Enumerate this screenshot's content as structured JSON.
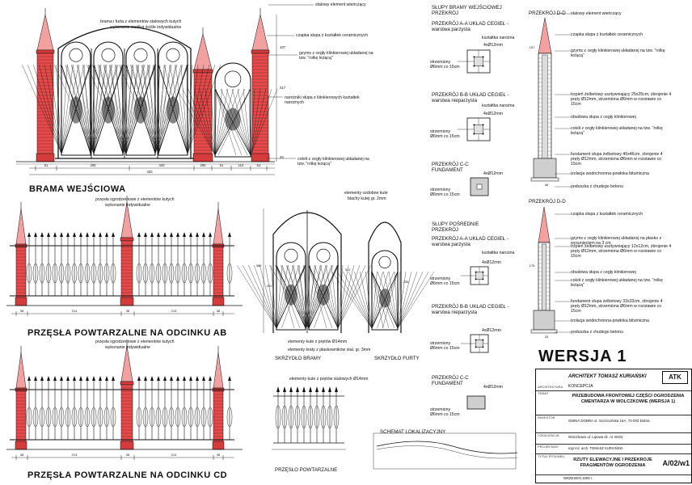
{
  "labels": {
    "brama_tytul": "BRAMA WEJŚCIOWA",
    "przesla_ab": "PRZĘSŁA POWTARZALNE NA ODCINKU AB",
    "przesla_cd": "PRZĘSŁA POWTARZALNE NA ODCINKU CD",
    "skrzydlo_bramy": "SKRZYDŁO BRAMY",
    "skrzydlo_furty": "SKRZYDŁO FURTY",
    "przeslo_powt": "PRZĘSŁO POWTARZALNE",
    "schemat": "SCHEMAT LOKALIZACYJNY",
    "wersja": "WERSJA 1",
    "brama_opis1": "brama i furta z elementów stalowych kutych",
    "brama_opis2": "wykonanie według ściśle indywidualne",
    "przeslo_opis1": "przęsła ogrodzeniowe z elementów kutych",
    "przeslo_opis2": "wykonanie indywidualne",
    "elem_zdobne": "elementy ozdobne kute",
    "blachy": "blachy kutej gr. 2mm",
    "kraty1": "elementy kute z prętów Ø14mm",
    "kraty2": "elementy kraty z płaskowników stal. gr. 3mm",
    "kraty3": "elementy kute z prętów stalowych Ø14mm"
  },
  "annotations": [
    "stalowy element wieńczący",
    "czapka słupa z kształtek ceramicznych",
    "gzyms z cegły klinkierowej układanej na tzw. \"rolkę leżącą\"",
    "narożniki słupa z klinkierowych kształtek narożnych",
    "cokół z cegły klinkierowej układanej na tzw. \"rolkę leżącą\""
  ],
  "sections": {
    "slupy_bramy": "SŁUPY BRAMY WEJŚCIOWEJ PRZEKRÓJ",
    "aa": "PRZEKRÓJ A-A UKŁAD CEGIEŁ - warstwa parzysta",
    "bb": "PRZEKRÓJ B-B UKŁAD CEGIEŁ - warstwa nieparzysta",
    "cc": "PRZEKRÓJ C-C FUNDAMENT",
    "slupy_posr": "SŁUPY POŚREDNIE PRZEKRÓJ",
    "aa2": "PRZEKRÓJ A-A UKŁAD CEGIEŁ - warstwa parzysta",
    "bb2": "PRZEKRÓJ B-B UKŁAD CEGIEŁ - warstwa nieparzysta",
    "cc2": "PRZEKRÓJ C-C FUNDAMENT",
    "ksztaltka": "kształtka narożna",
    "strzemiona": "strzemiony Ø6mm co 15cm",
    "zbrojenie": "4xØ12mm"
  },
  "dd": {
    "title1": "PRZEKRÓJ D-D",
    "title2": "PRZEKRÓJ D-D",
    "items1": [
      "stalowy element wieńczący",
      "czapka słupa z kształtek ceramicznych",
      "gzyms z cegły klinkierowej układanej na tzw. \"rolkę leżącą\"",
      "trzpień żelbetowy usztywniający 25x25cm, zbrojenie 4 pręty Ø12mm, strzemiona Ø6mm w rozstawie co 15cm",
      "obudowa słupa z cegły klinkierowej",
      "cokół z cegły klinkierowej układanej na tzw. \"rolkę leżącą\"",
      "fundament słupa żelbetowy 46x46cm, zbrojenie 4 pręty Ø12mm, strzemiona Ø6mm w rozstawie co 15cm",
      "izolacja wodochronna-powłoka bitumiczna",
      "poduszka z chudego betonu"
    ],
    "items2": [
      "czapka słupa z kształtek ceramicznych",
      "gzyms z cegły klinkierowej układanej na płasko z wysunięciem na 3 cm",
      "trzpień żelbetowy usztywniający 12x12cm, zbrojenie 4 pręty Ø12mm, strzemiona Ø6mm w rozstawie co 15cm",
      "obudowa słupa z cegły klinkierowej",
      "cokół z cegły klinkierowej układanej na tzw. \"rolkę leżącą\"",
      "fundament słupa żelbetowy 33x33cm, zbrojenie 4 pręty Ø12mm, strzemiona Ø6mm w rozstawie co 15cm",
      "izolacja wodochronna-powłoka bitumiczna",
      "poduszka z chudego betonu"
    ]
  },
  "dims": {
    "brama": [
      "51",
      "200",
      "420",
      "200",
      "51",
      "110",
      "51"
    ],
    "ab": [
      "38",
      "214",
      "38"
    ],
    "cd": [
      "38",
      "214",
      "38"
    ],
    "bramaV": [
      "107",
      "417",
      "23"
    ],
    "skrzydloV": [
      "380",
      "220",
      "311",
      "235"
    ],
    "dd1": [
      "107",
      "46"
    ],
    "dd2": [
      "176",
      "33"
    ]
  },
  "titleblock": {
    "firm": "ARCHITEKT TOMASZ KURIAŃSKI",
    "logo": "ATK",
    "r1k": "ARCHITEKTURA",
    "r1v": "KONCEPCJA",
    "r2k": "TEMAT",
    "r2v": "PRZEBUDOWA FRONTOWEJ CZĘŚCI OGRODZENIA CMENTARZA W WOLCZKOWIE (WERSJA 1)",
    "r3k": "INWESTOR",
    "r3v": "GMINA DOBRA ul. Szczecińska 16A, 72-003 Dobra",
    "r4k": "LOKALIZACJA",
    "r4v": "Wolczkowo ul. Lipowa dz. nr 404/4",
    "r5k": "PROJEKTANT",
    "r5v": "mgr inż. arch. TOMASZ KURIAŃSKI",
    "r6k": "TYTUŁ RYSUNKU",
    "r6v": "RZUTY ELEWACYJNE I PRZEKROJE FRAGMENTÓW OGRODZENIA",
    "nr": "A/02/w1",
    "data": "WRZESIEŃ 2008 r."
  },
  "colors": {
    "brick": "#e84a4a",
    "roof": "#f2a0a0",
    "line": "#111111"
  }
}
